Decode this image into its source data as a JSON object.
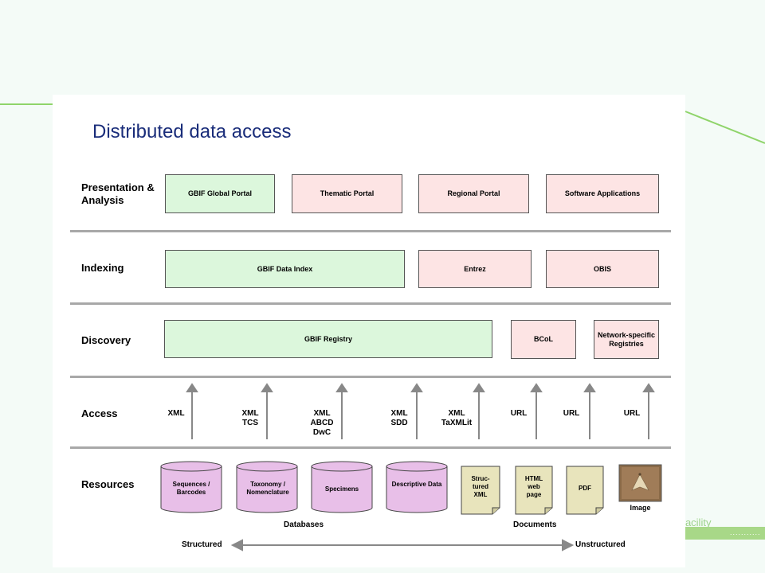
{
  "title": "Distributed data access",
  "footer_partial": "Facility",
  "layers": {
    "presentation": "Presentation & Analysis",
    "indexing": "Indexing",
    "discovery": "Discovery",
    "access": "Access",
    "resources": "Resources"
  },
  "presentation_boxes": [
    "GBIF Global Portal",
    "Thematic  Portal",
    "Regional Portal",
    "Software Applications"
  ],
  "indexing_boxes": [
    "GBIF Data Index",
    "Entrez",
    "OBIS"
  ],
  "discovery_boxes": [
    "GBIF Registry",
    "BCoL",
    "Network-specific Registries"
  ],
  "access_protocols": [
    "XML",
    "XML\nTCS",
    "XML\nABCD\nDwC",
    "XML\nSDD",
    "XML\nTaXMLit",
    "URL",
    "URL",
    "URL"
  ],
  "databases": [
    "Sequences / Barcodes",
    "Taxonomy / Nomenclature",
    "Specimens",
    "Descriptive Data"
  ],
  "documents": [
    "Struc-\ntured\nXML",
    "HTML\nweb\npage",
    "PDF"
  ],
  "image_label": "Image",
  "group_labels": {
    "databases": "Databases",
    "documents": "Documents"
  },
  "scale": {
    "left": "Structured",
    "right": "Unstructured"
  },
  "colors": {
    "title": "#1a2d7a",
    "green_box": "#dcf7dc",
    "pink_box": "#fde4e4",
    "cylinder": "#e8bfe8",
    "document": "#e8e4bc",
    "accent_line": "#8fd46a"
  }
}
